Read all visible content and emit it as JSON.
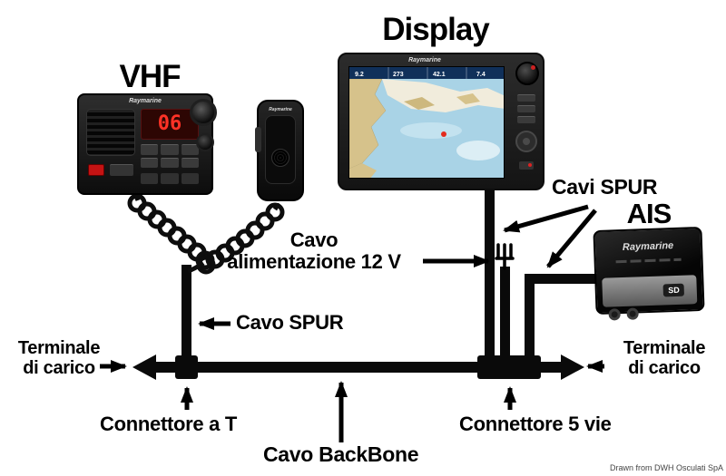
{
  "labels": {
    "display_title": "Display",
    "vhf_title": "VHF",
    "ais_title": "AIS",
    "cavi_spur": "Cavi SPUR",
    "cavo_alim_1": "Cavo",
    "cavo_alim_2": "alimentazione 12 V",
    "cavo_spur": "Cavo SPUR",
    "terminale_1": "Terminale",
    "terminale_2": "di carico",
    "connettore_t": "Connettore a T",
    "connettore_5": "Connettore 5 vie",
    "cavo_backbone": "Cavo BackBone",
    "credit": "Drawn from DWH Osculati SpA"
  },
  "vhf": {
    "brand": "Raymarine",
    "channel": "06"
  },
  "mic": {
    "brand": "Raymarine"
  },
  "chartplotter": {
    "brand": "Raymarine",
    "readouts": [
      "9.2",
      "273",
      "42.1",
      "7.4"
    ]
  },
  "ais": {
    "brand": "Raymarine",
    "sd_badge": "SD"
  },
  "colors": {
    "line": "#000000",
    "land": "#d6c28b",
    "water": "#a9d3e6",
    "lcd_red": "#ff3226"
  }
}
